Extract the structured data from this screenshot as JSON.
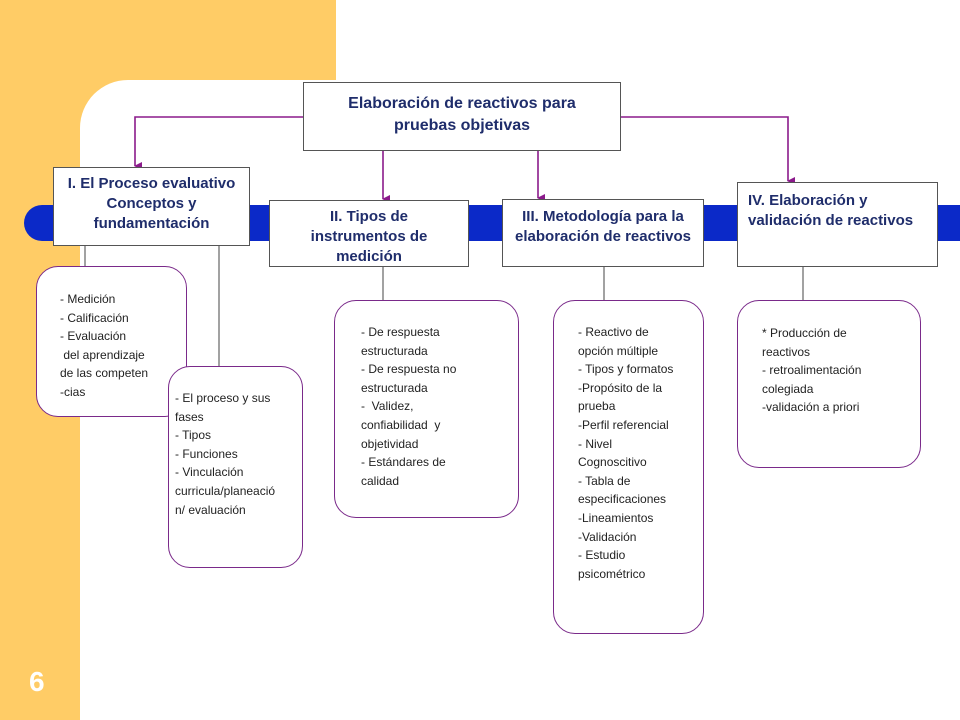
{
  "colors": {
    "background_band": "#ffcc66",
    "bar": "#0b29c8",
    "box_text": "#1f2d6b",
    "connector": "#8b1a8b",
    "note_border": "#7a2a8a"
  },
  "root": {
    "lines": [
      "Elaboración de reactivos para",
      "pruebas objetivas"
    ]
  },
  "branches": [
    {
      "lines": [
        "I. El Proceso evaluativo",
        "Conceptos y",
        "fundamentación"
      ]
    },
    {
      "lines": [
        "II. Tipos de",
        "instrumentos de",
        "medición"
      ]
    },
    {
      "lines": [
        "III. Metodología para la",
        "elaboración de reactivos"
      ]
    },
    {
      "lines": [
        "IV. Elaboración y",
        "validación de reactivos"
      ]
    }
  ],
  "notes": [
    {
      "lines": [
        "- Medición",
        "- Calificación",
        "- Evaluación",
        " del aprendizaje",
        "de las competen",
        "-cias"
      ]
    },
    {
      "lines": [
        "- El proceso y sus",
        "fases",
        "- Tipos",
        "- Funciones",
        "- Vinculación",
        "curricula/planeació",
        "n/ evaluación"
      ]
    },
    {
      "lines": [
        "- De respuesta",
        "estructurada",
        "- De respuesta no",
        "estructurada",
        "-  Validez,",
        "confiabilidad  y",
        "objetividad",
        "- Estándares de",
        "calidad"
      ]
    },
    {
      "lines": [
        "- Reactivo de",
        "opción múltiple",
        "- Tipos y formatos",
        "-Propósito de la",
        "prueba",
        "-Perfil referencial",
        "- Nivel",
        "Cognoscitivo",
        "- Tabla de",
        "especificaciones",
        "-Lineamientos",
        "-Validación",
        "- Estudio",
        "psicométrico"
      ]
    },
    {
      "lines": [
        "* Producción de",
        "reactivos",
        "- retroalimentación",
        "colegiada",
        "-validación a priori"
      ]
    }
  ],
  "page_number": "6"
}
